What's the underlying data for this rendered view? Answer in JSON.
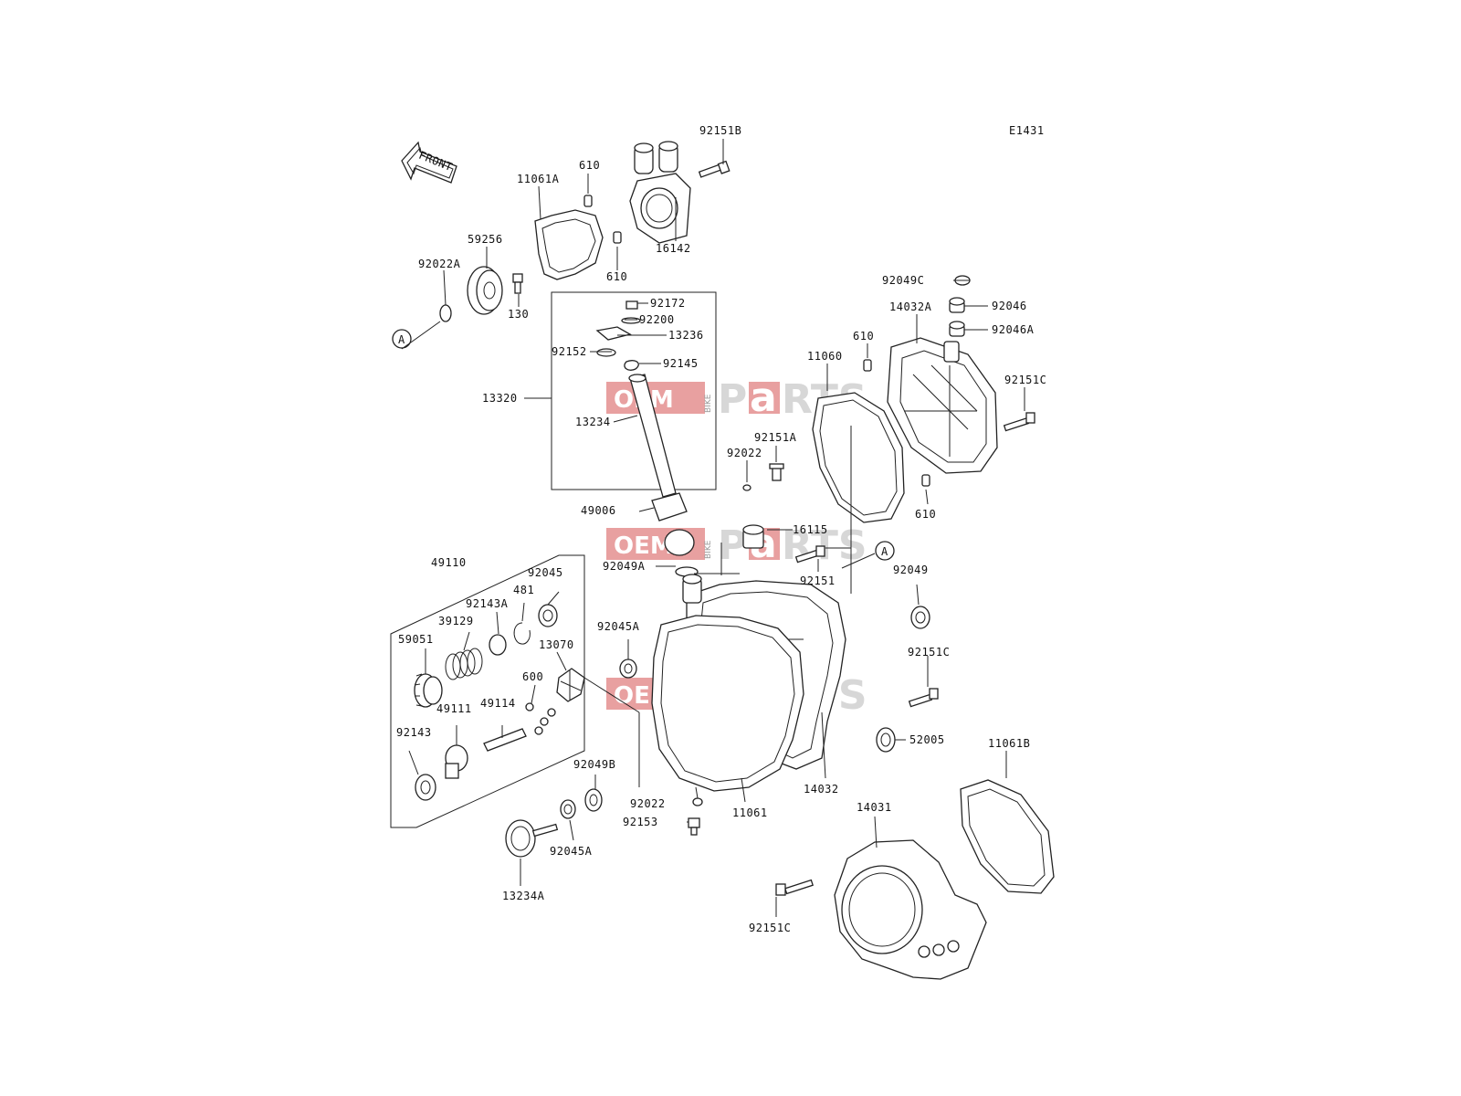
{
  "diagram_code": "E1431",
  "front_label": "FRONT",
  "circle_marker": "A",
  "watermark": {
    "oem": "OEM",
    "bike": "BIKE",
    "p": "P",
    "a": "a",
    "rts": "RTS"
  },
  "labels": {
    "l92151B": "92151B",
    "l610a": "610",
    "l11061A": "11061A",
    "l16142": "16142",
    "l610b": "610",
    "l59256": "59256",
    "l92022A": "92022A",
    "l130": "130",
    "l92172": "92172",
    "l92200": "92200",
    "l13236": "13236",
    "l92152": "92152",
    "l92145": "92145",
    "l13320": "13320",
    "l13234": "13234",
    "l92049C": "92049C",
    "l14032A": "14032A",
    "l92046": "92046",
    "l92046A": "92046A",
    "l610c": "610",
    "l11060": "11060",
    "l92151C_a": "92151C",
    "l92151A": "92151A",
    "l92022a": "92022",
    "l49006": "49006",
    "l610d": "610",
    "l16115": "16115",
    "l92049A": "92049A",
    "l92151": "92151",
    "l92049": "92049",
    "l49110": "49110",
    "l92045": "92045",
    "l481": "481",
    "l92143A": "92143A",
    "l39129": "39129",
    "l59051": "59051",
    "l13070": "13070",
    "l92045A_a": "92045A",
    "l600": "600",
    "l49111": "49111",
    "l49114": "49114",
    "l92151C_b": "92151C",
    "l52005": "52005",
    "l11061B": "11061B",
    "l92143": "92143",
    "l92049B": "92049B",
    "l14032": "14032",
    "l92022b": "92022",
    "l11061": "11061",
    "l92153": "92153",
    "l14031": "14031",
    "l92045A_b": "92045A",
    "l13234A": "13234A",
    "l92151C_c": "92151C"
  }
}
